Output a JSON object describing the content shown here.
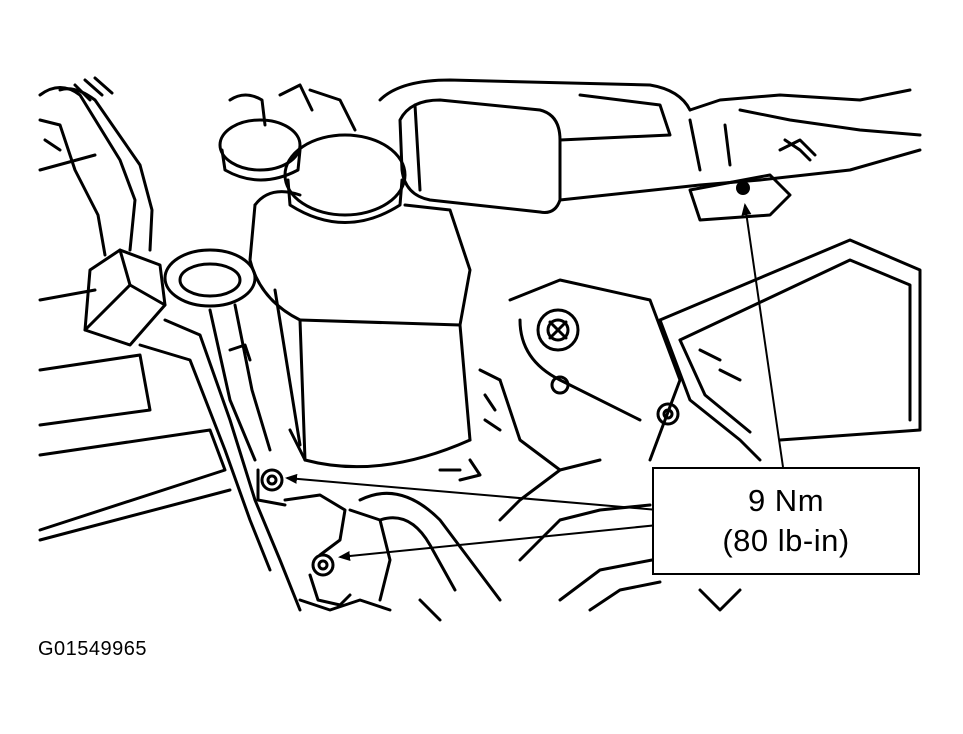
{
  "callout": {
    "torque_nm": "9 Nm",
    "torque_lbin": "(80 lb-in)"
  },
  "figure_id": "G01549965",
  "colors": {
    "ink": "#000000",
    "paper": "#ffffff"
  },
  "icons": {
    "reservoir": "coolant-reservoir-illustration",
    "bolts": "mounting-bolt-icon"
  }
}
